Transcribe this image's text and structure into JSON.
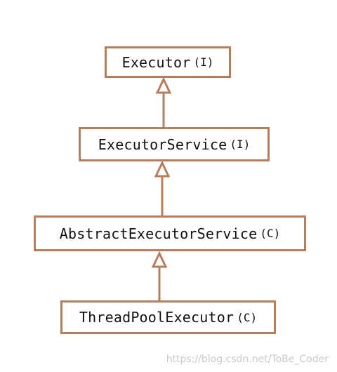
{
  "nodes": [
    {
      "name": "Executor",
      "kind": "(I)"
    },
    {
      "name": "ExecutorService",
      "kind": "(I)"
    },
    {
      "name": "AbstractExecutorService",
      "kind": "(C)"
    },
    {
      "name": "ThreadPoolExecutor",
      "kind": "(C)"
    }
  ],
  "watermark": "https://blog.csdn.net/ToBe_Coder",
  "colors": {
    "stroke": "#b87d5a",
    "text": "#111111"
  }
}
